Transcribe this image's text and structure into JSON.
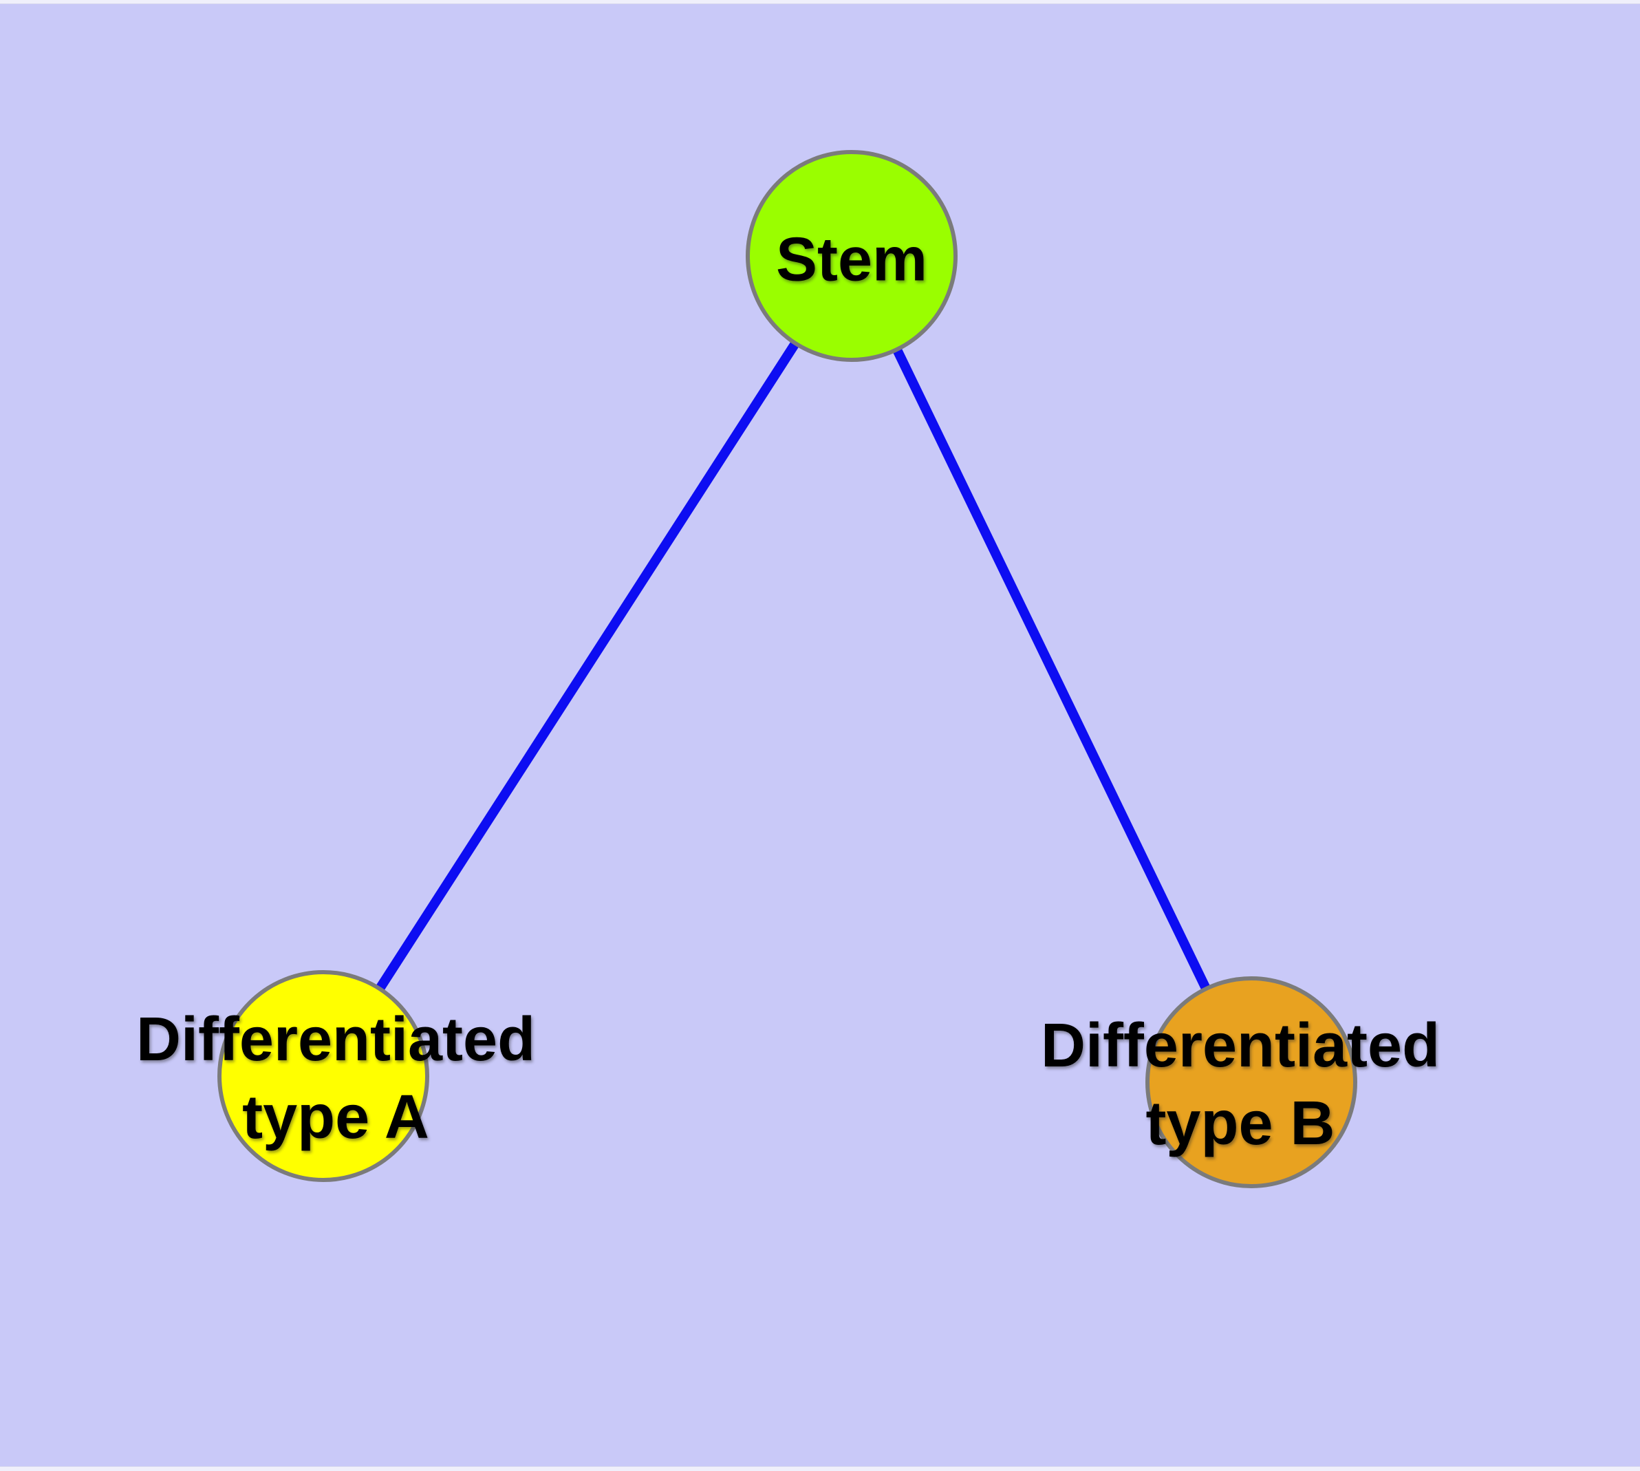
{
  "colors": {
    "background": "#c9c9f8",
    "edge": "#0d0df2",
    "node_border": "#7b7b7b",
    "label_text": "#000000"
  },
  "graph": {
    "nodes": [
      {
        "id": "stem",
        "label_lines": [
          "Stem"
        ],
        "fill": "#9afe00"
      },
      {
        "id": "differentiated-type-a",
        "label_lines": [
          "Differentiated",
          "type A"
        ],
        "fill": "#ffff00"
      },
      {
        "id": "differentiated-type-b",
        "label_lines": [
          "Differentiated",
          "type B"
        ],
        "fill": "#e8a220"
      }
    ],
    "edges": [
      {
        "from": "Stem",
        "to": "Differentiated type A"
      },
      {
        "from": "Stem",
        "to": "Differentiated type B"
      }
    ]
  }
}
